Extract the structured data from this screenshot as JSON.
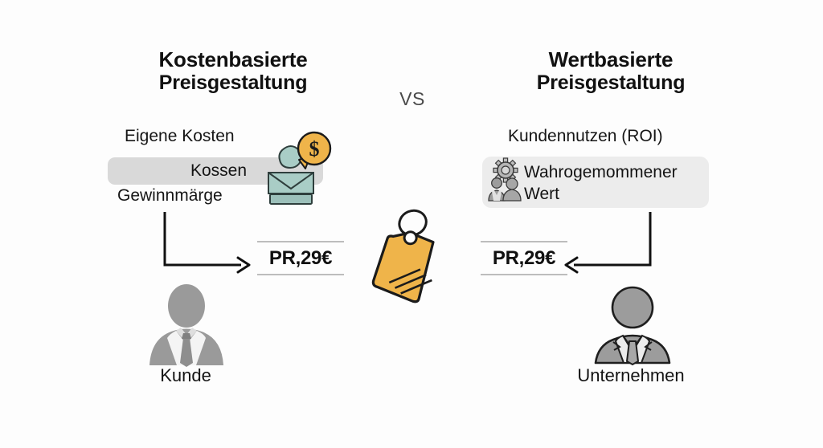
{
  "meta": {
    "background": "#fdfdfd",
    "accent_gold": "#efb44a",
    "accent_teal": "#a4c9c2",
    "figure_gray": "#9a9a9a",
    "highlight_gray": "#d9d9d9",
    "highlight_gray_right": "#ececec",
    "text_dark": "#141414",
    "rule_gray": "#bdbdbd"
  },
  "center": {
    "vs_label": "VS",
    "price_tag_icon": "price-tag-icon"
  },
  "columns": {
    "left": {
      "title_line1": "Kostenbasierte",
      "title_line2": "Preisgestaltung",
      "items": [
        {
          "label": "Eigene Kosten",
          "highlighted": false
        },
        {
          "label": "Kossen",
          "highlighted": true
        },
        {
          "label": "Gewinnmärge",
          "highlighted": false
        }
      ],
      "icon": "person-with-dollar-bubble-icon",
      "bubble_symbol": "$",
      "arrow": "elbow-arrow-down-right",
      "price": "PR,29€",
      "figure_icon": "businessman-silhouette-icon",
      "figure_caption": "Kunde"
    },
    "right": {
      "title_line1": "Wertbasierte",
      "title_line2": "Preisgestaltung",
      "items": [
        {
          "label": "Kundennutzen (ROI)",
          "highlighted": false
        },
        {
          "label": "Wahrogemommener Wert",
          "highlighted": true
        }
      ],
      "icon": "gear-with-people-icon",
      "arrow": "elbow-arrow-down-left",
      "price": "PR,29€",
      "figure_icon": "businessman-outline-icon",
      "figure_caption": "Unternehmen"
    }
  }
}
